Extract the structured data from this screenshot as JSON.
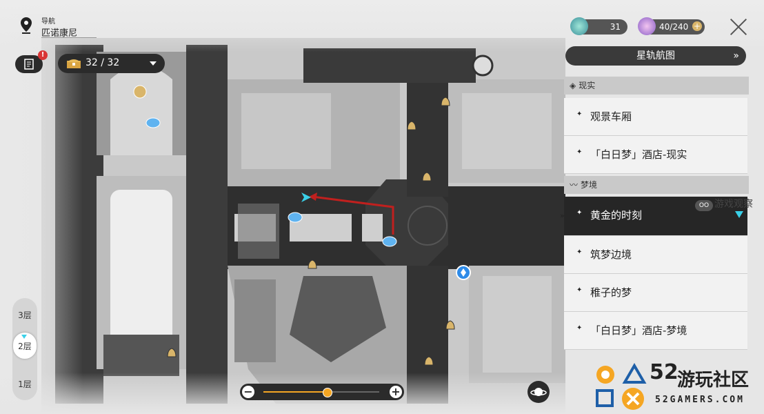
{
  "header": {
    "nav_label": "导航",
    "location": "匹诺康尼",
    "quest_badge": "!",
    "chest_count": "32 / 32"
  },
  "currencies": [
    {
      "icon": "trailblaze-power-icon",
      "value": "31"
    },
    {
      "icon": "reserve-power-icon",
      "value": "40/240",
      "add": "+"
    }
  ],
  "panel": {
    "star_rail_map": "星轨航图",
    "star_rail_arrow": "»",
    "sections": [
      {
        "title": "现实",
        "items": [
          "观景车厢",
          "「白日梦」酒店-现实"
        ]
      },
      {
        "title": "梦境",
        "items": [
          "黄金的时刻",
          "筑梦边境",
          "稚子的梦",
          "「白日梦」酒店-梦境"
        ]
      }
    ],
    "selected": "黄金的时刻",
    "selected_marker": "»"
  },
  "floors": [
    "3层",
    "2层",
    "1层"
  ],
  "current_floor": "2层",
  "zoom": {
    "minus": "−",
    "plus": "+",
    "level": 0.55
  },
  "watermarks": {
    "site1": "游戏观察",
    "site1_eye": "OO",
    "gamers_num": "52",
    "gamers_cn": "游玩社区",
    "gamers_en": "52GAMERS.COM"
  },
  "colors": {
    "accent_cyan": "#3ad0e8",
    "path_red": "#c0201e",
    "gold": "#f5a623",
    "badge_red": "#d93636"
  }
}
